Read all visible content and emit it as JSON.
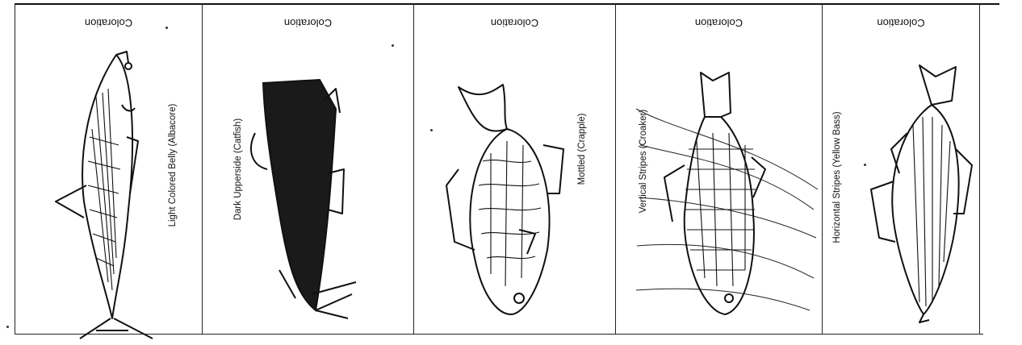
{
  "heading": "Coloration",
  "cards": [
    {
      "caption": "Light Colored Belly (Albacore)",
      "illustration": "albacore-illustration"
    },
    {
      "caption": "Dark Upperside (Catfish)",
      "illustration": "catfish-illustration"
    },
    {
      "caption": "Mottled (Crapple)",
      "illustration": "crappie-illustration"
    },
    {
      "caption": "Vertical Stripes (Croaker)",
      "illustration": "croaker-illustration"
    },
    {
      "caption": "Horizontal Stripes (Yellow Bass)",
      "illustration": "yellow-bass-illustration"
    }
  ]
}
